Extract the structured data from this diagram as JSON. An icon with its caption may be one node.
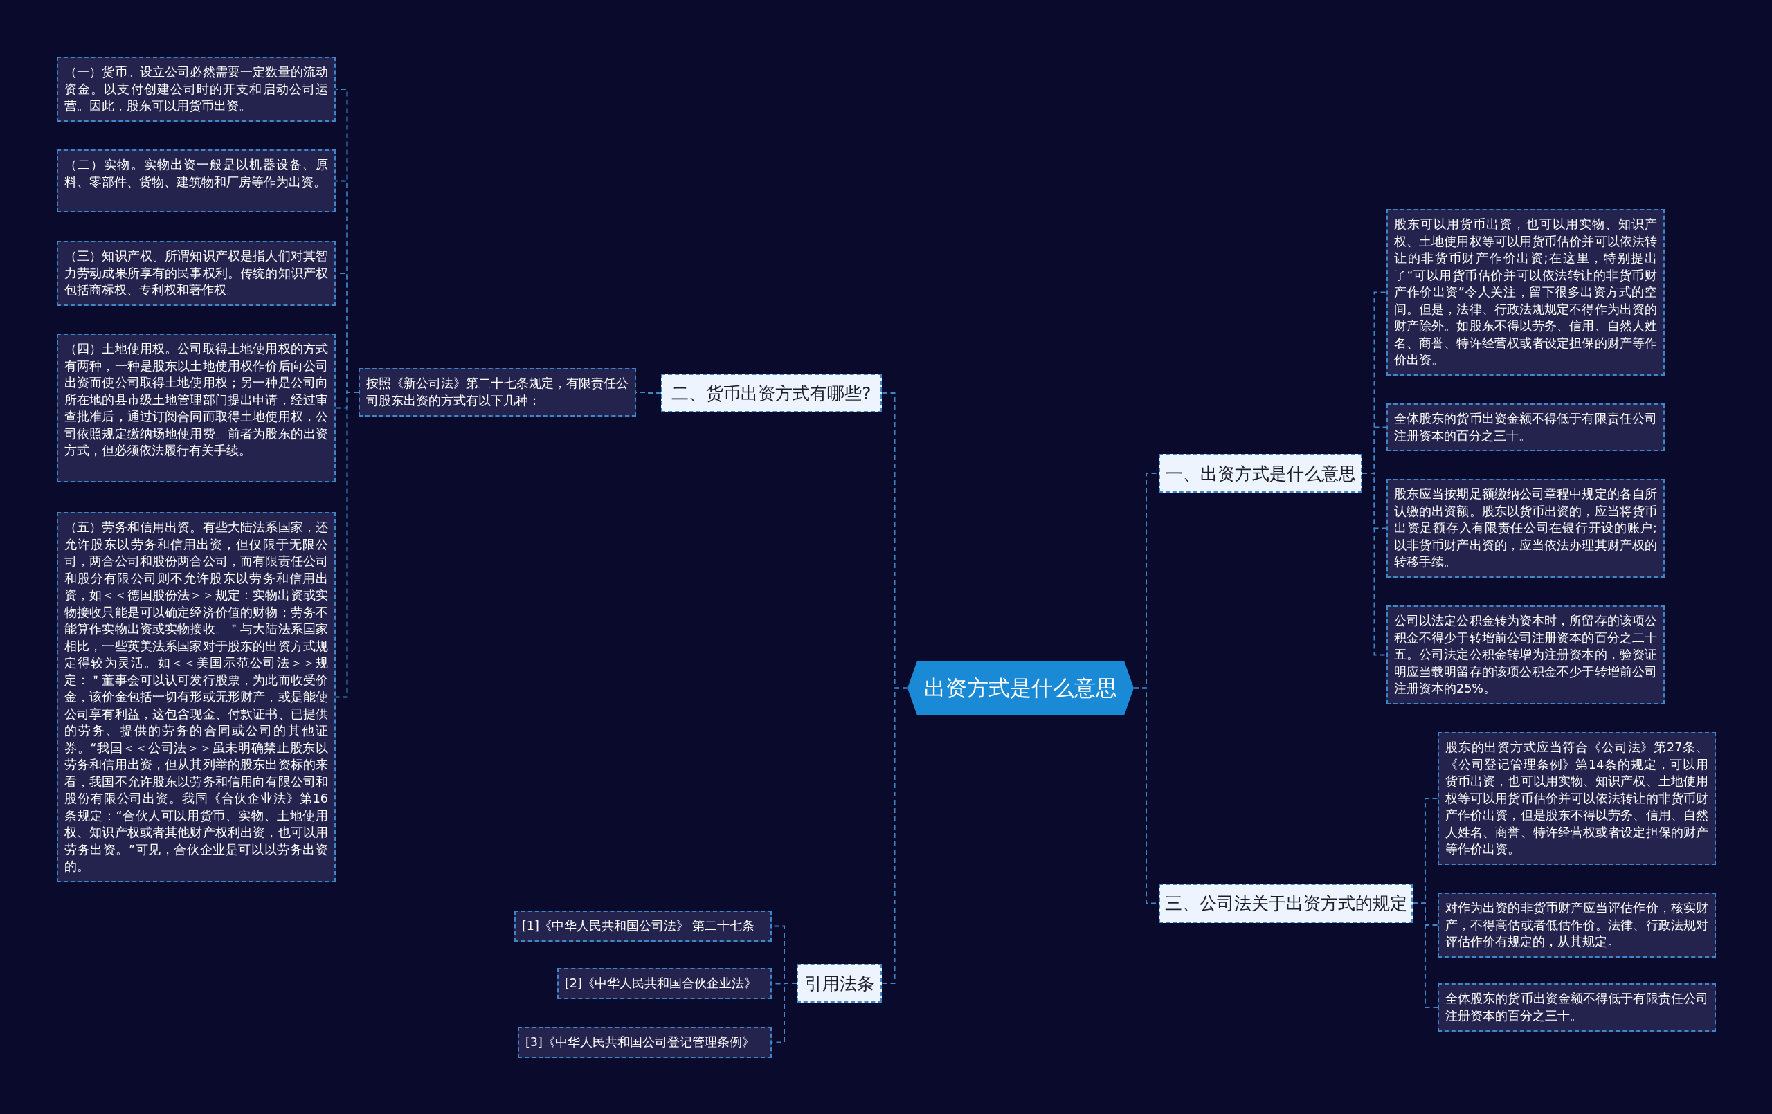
{
  "diagram": {
    "nodes": [
      {
        "text": [
          "出资方式是什么意思"
        ]
      },
      {
        "text": [
          "一、出资方式是什么意思"
        ]
      },
      {
        "text": [
          "股东可以用货币出资，也可以用实物、知识产权、土地使用权等可以用货币估价并可以依法转让的非货币财产作价出资;在这里，特别提出了“可以用货币估价并可以依法转让的非货币财产作价出资”令人关注，留下很多出资方式的空间。但是，法律、行政法规规定不得作为出资的财产除外。如股东不得以劳务、信用、自然人姓名、商誉、特许经营权或者设定担保的财产等作价出资。"
        ]
      },
      {
        "text": [
          "全体股东的货币出资金额不得低于有限责任公司注册资本的百分之三十。"
        ]
      },
      {
        "text": [
          "股东应当按期足额缴纳公司章程中规定的各自所认缴的出资额。股东以货币出资的，应当将货币出资足额存入有限责任公司在银行开设的账户;以非货币财产出资的，应当依法办理其财产权的转移手续。"
        ]
      },
      {
        "text": [
          "公司以法定公积金转为资本时，所留存的该项公积金不得少于转增前公司注册资本的百分之二十五。公司法定公积金转增为注册资本的，验资证明应当载明留存的该项公积金不少于转增前公司注册资本的25%。"
        ]
      },
      {
        "text": [
          "三、公司法关于出资方式的规定"
        ]
      },
      {
        "text": [
          "股东的出资方式应当符合《公司法》第27条、《公司登记管理条例》第14条的规定，可以用货币出资，也可以用实物、知识产权、土地使用权等可以用货币估价并可以依法转让的非货币财产作价出资，但是股东不得以劳务、信用、自然人姓名、商誉、特许经营权或者设定担保的财产等作价出资。"
        ]
      },
      {
        "text": [
          "对作为出资的非货币财产应当评估作价，核实财产，不得高估或者低估作价。法律、行政法规对评估作价有规定的，从其规定。"
        ]
      },
      {
        "text": [
          "全体股东的货币出资金额不得低于有限责任公司注册资本的百分之三十。"
        ]
      },
      {
        "text": [
          "二、货币出资方式有哪些?"
        ]
      },
      {
        "text": [
          "按照《新公司法》第二十七条规定，有限责任公司股东出资的方式有以下几种："
        ]
      },
      {
        "text": [
          "（一）货币。设立公司必然需要一定数量的流动资金。以支付创建公司时的开支和启动公司运营。因此，股东可以用货币出资。"
        ]
      },
      {
        "text": [
          "（二）实物。实物出资一般是以机器设备、原料、零部件、货物、建筑物和厂房等作为出资。"
        ]
      },
      {
        "text": [
          "（三）知识产权。所谓知识产权是指人们对其智力劳动成果所享有的民事权利。传统的知识产权包括商标权、专利权和著作权。"
        ]
      },
      {
        "text": [
          "（四）土地使用权。公司取得土地使用权的方式有两种，一种是股东以土地使用权作价后向公司出资而使公司取得土地使用权；另一种是公司向所在地的县市级土地管理部门提出申请，经过审查批准后，通过订阅合同而取得土地使用权，公司依照规定缴纳场地使用费。前者为股东的出资方式，但必须依法履行有关手续。"
        ]
      },
      {
        "text": [
          "（五）劳务和信用出资。有些大陆法系国家，还允许股东以劳务和信用出资，但仅限于无限公司，两合公司和股份两合公司，而有限责任公司和股分有限公司则不允许股东以劳务和信用出资，如＜＜德国股份法＞＞规定：实物出资或实物接收只能是可以确定经济价值的财物；劳务不能算作实物出资或实物接收。＂与大陆法系国家相比，一些英美法系国家对于股东的出资方式规定得较为灵活。如＜＜美国示范公司法＞＞规定：＂董事会可以认可发行股票，为此而收受价金，该价金包括一切有形或无形财产，或是能使公司享有利益，这包含现金、付款证书、已提供的劳务、提供的劳务的合同或公司的其他证券。“我国＜＜公司法＞＞虽未明确禁止股东以劳务和信用出资，但从其列举的股东出资标的来看，我国不允许股东以劳务和信用向有限公司和股份有限公司出资。我国《合伙企业法》第16条规定：“合伙人可以用货币、实物、土地使用权、知识产权或者其他财产权利出资，也可以用劳务出资。”可见，合伙企业是可以以劳务出资的。"
        ]
      },
      {
        "text": [
          "引用法条"
        ]
      },
      {
        "text": [
          "[1]《中华人民共和国公司法》 第二十七条"
        ]
      },
      {
        "text": [
          "[2]《中华人民共和国合伙企业法》"
        ]
      },
      {
        "text": [
          "[3]《中华人民共和国公司登记管理条例》"
        ]
      }
    ],
    "edges": [
      {
        "from": 0,
        "to": 1,
        "arrow": "none"
      },
      {
        "from": 1,
        "to": 2,
        "arrow": "none"
      },
      {
        "from": 1,
        "to": 3,
        "arrow": "none"
      },
      {
        "from": 1,
        "to": 4,
        "arrow": "none"
      },
      {
        "from": 1,
        "to": 5,
        "arrow": "none"
      },
      {
        "from": 0,
        "to": 6,
        "arrow": "none"
      },
      {
        "from": 6,
        "to": 7,
        "arrow": "none"
      },
      {
        "from": 6,
        "to": 8,
        "arrow": "none"
      },
      {
        "from": 6,
        "to": 9,
        "arrow": "none"
      },
      {
        "from": 0,
        "to": 10,
        "arrow": "none"
      },
      {
        "from": 10,
        "to": 11,
        "arrow": "none"
      },
      {
        "from": 11,
        "to": 12,
        "arrow": "none"
      },
      {
        "from": 11,
        "to": 13,
        "arrow": "none"
      },
      {
        "from": 11,
        "to": 14,
        "arrow": "none"
      },
      {
        "from": 11,
        "to": 15,
        "arrow": "none"
      },
      {
        "from": 11,
        "to": 16,
        "arrow": "none"
      },
      {
        "from": 0,
        "to": 17,
        "arrow": "none"
      },
      {
        "from": 17,
        "to": 18,
        "arrow": "none"
      },
      {
        "from": 17,
        "to": 19,
        "arrow": "none"
      },
      {
        "from": 17,
        "to": 20,
        "arrow": "none"
      }
    ]
  }
}
